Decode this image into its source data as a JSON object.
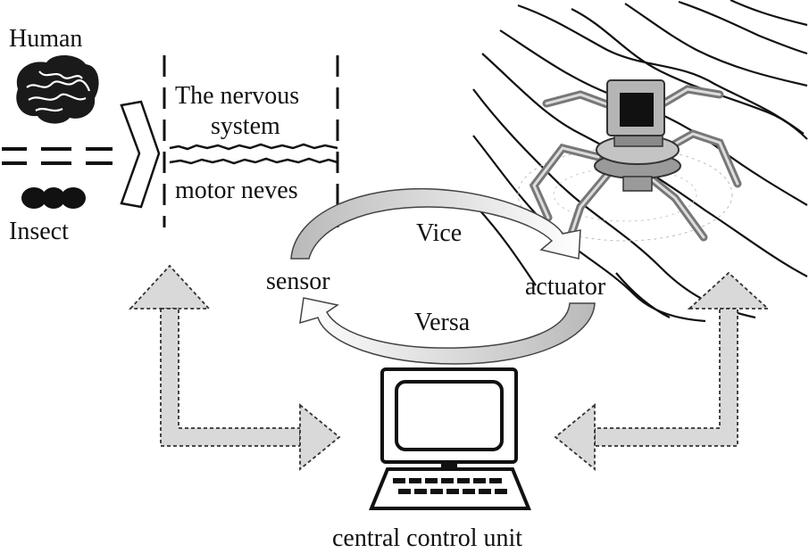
{
  "labels": {
    "human": "Human",
    "insect": "Insect",
    "nervous_system_line1": "The nervous",
    "nervous_system_line2": "system",
    "motor_nerves": "motor neves",
    "vice": "Vice",
    "versa": "Versa",
    "sensor": "sensor",
    "actuator": "actuator",
    "central_control_unit": "central control unit"
  },
  "colors": {
    "ink": "#111111",
    "arrow_fill": "#c8c8c8",
    "dotted_arrow_fill": "#d9d9d9",
    "robot_gray": "#a0a0a0"
  }
}
